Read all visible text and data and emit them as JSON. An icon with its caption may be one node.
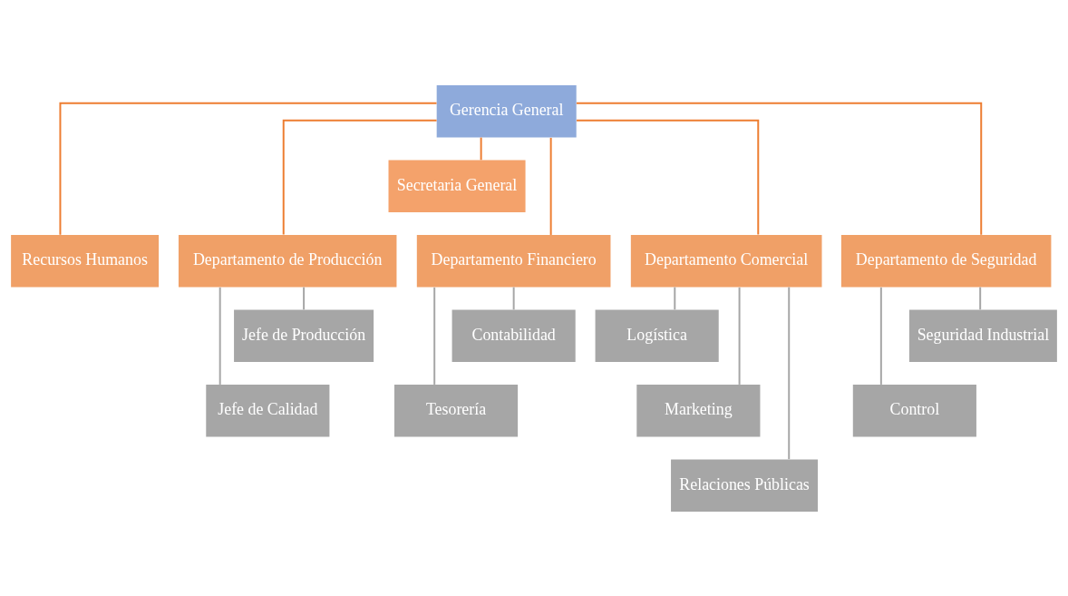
{
  "diagram": {
    "nodes": [
      {
        "text": [
          "Gerencia General"
        ]
      },
      {
        "text": [
          "Secretaria General"
        ]
      },
      {
        "text": [
          "Recursos Humanos"
        ]
      },
      {
        "text": [
          "Departamento de Producción"
        ]
      },
      {
        "text": [
          "Departamento Financiero"
        ]
      },
      {
        "text": [
          "Departamento Comercial"
        ]
      },
      {
        "text": [
          "Departamento de Seguridad"
        ]
      },
      {
        "text": [
          "Jefe de Producción"
        ]
      },
      {
        "text": [
          "Jefe de Calidad"
        ]
      },
      {
        "text": [
          "Contabilidad"
        ]
      },
      {
        "text": [
          "Tesorería"
        ]
      },
      {
        "text": [
          "Logística"
        ]
      },
      {
        "text": [
          "Marketing"
        ]
      },
      {
        "text": [
          "Relaciones Públicas"
        ]
      },
      {
        "text": [
          "Seguridad Industrial"
        ]
      },
      {
        "text": [
          "Control"
        ]
      }
    ],
    "edges": [
      {
        "from": 0,
        "to": 1,
        "arrow": "none",
        "color": "#ed7d31"
      },
      {
        "from": 0,
        "to": 2,
        "arrow": "none",
        "color": "#ed7d31"
      },
      {
        "from": 0,
        "to": 3,
        "arrow": "none",
        "color": "#ed7d31"
      },
      {
        "from": 0,
        "to": 4,
        "arrow": "none",
        "color": "#ed7d31"
      },
      {
        "from": 0,
        "to": 5,
        "arrow": "none",
        "color": "#ed7d31"
      },
      {
        "from": 0,
        "to": 6,
        "arrow": "none",
        "color": "#ed7d31"
      },
      {
        "from": 3,
        "to": 7,
        "arrow": "none"
      },
      {
        "from": 3,
        "to": 8,
        "arrow": "none"
      },
      {
        "from": 4,
        "to": 9,
        "arrow": "none"
      },
      {
        "from": 4,
        "to": 10,
        "arrow": "none"
      },
      {
        "from": 5,
        "to": 11,
        "arrow": "none"
      },
      {
        "from": 5,
        "to": 12,
        "arrow": "none"
      },
      {
        "from": 5,
        "to": 13,
        "arrow": "none"
      },
      {
        "from": 6,
        "to": 14,
        "arrow": "none"
      },
      {
        "from": 6,
        "to": 15,
        "arrow": "none"
      }
    ]
  }
}
